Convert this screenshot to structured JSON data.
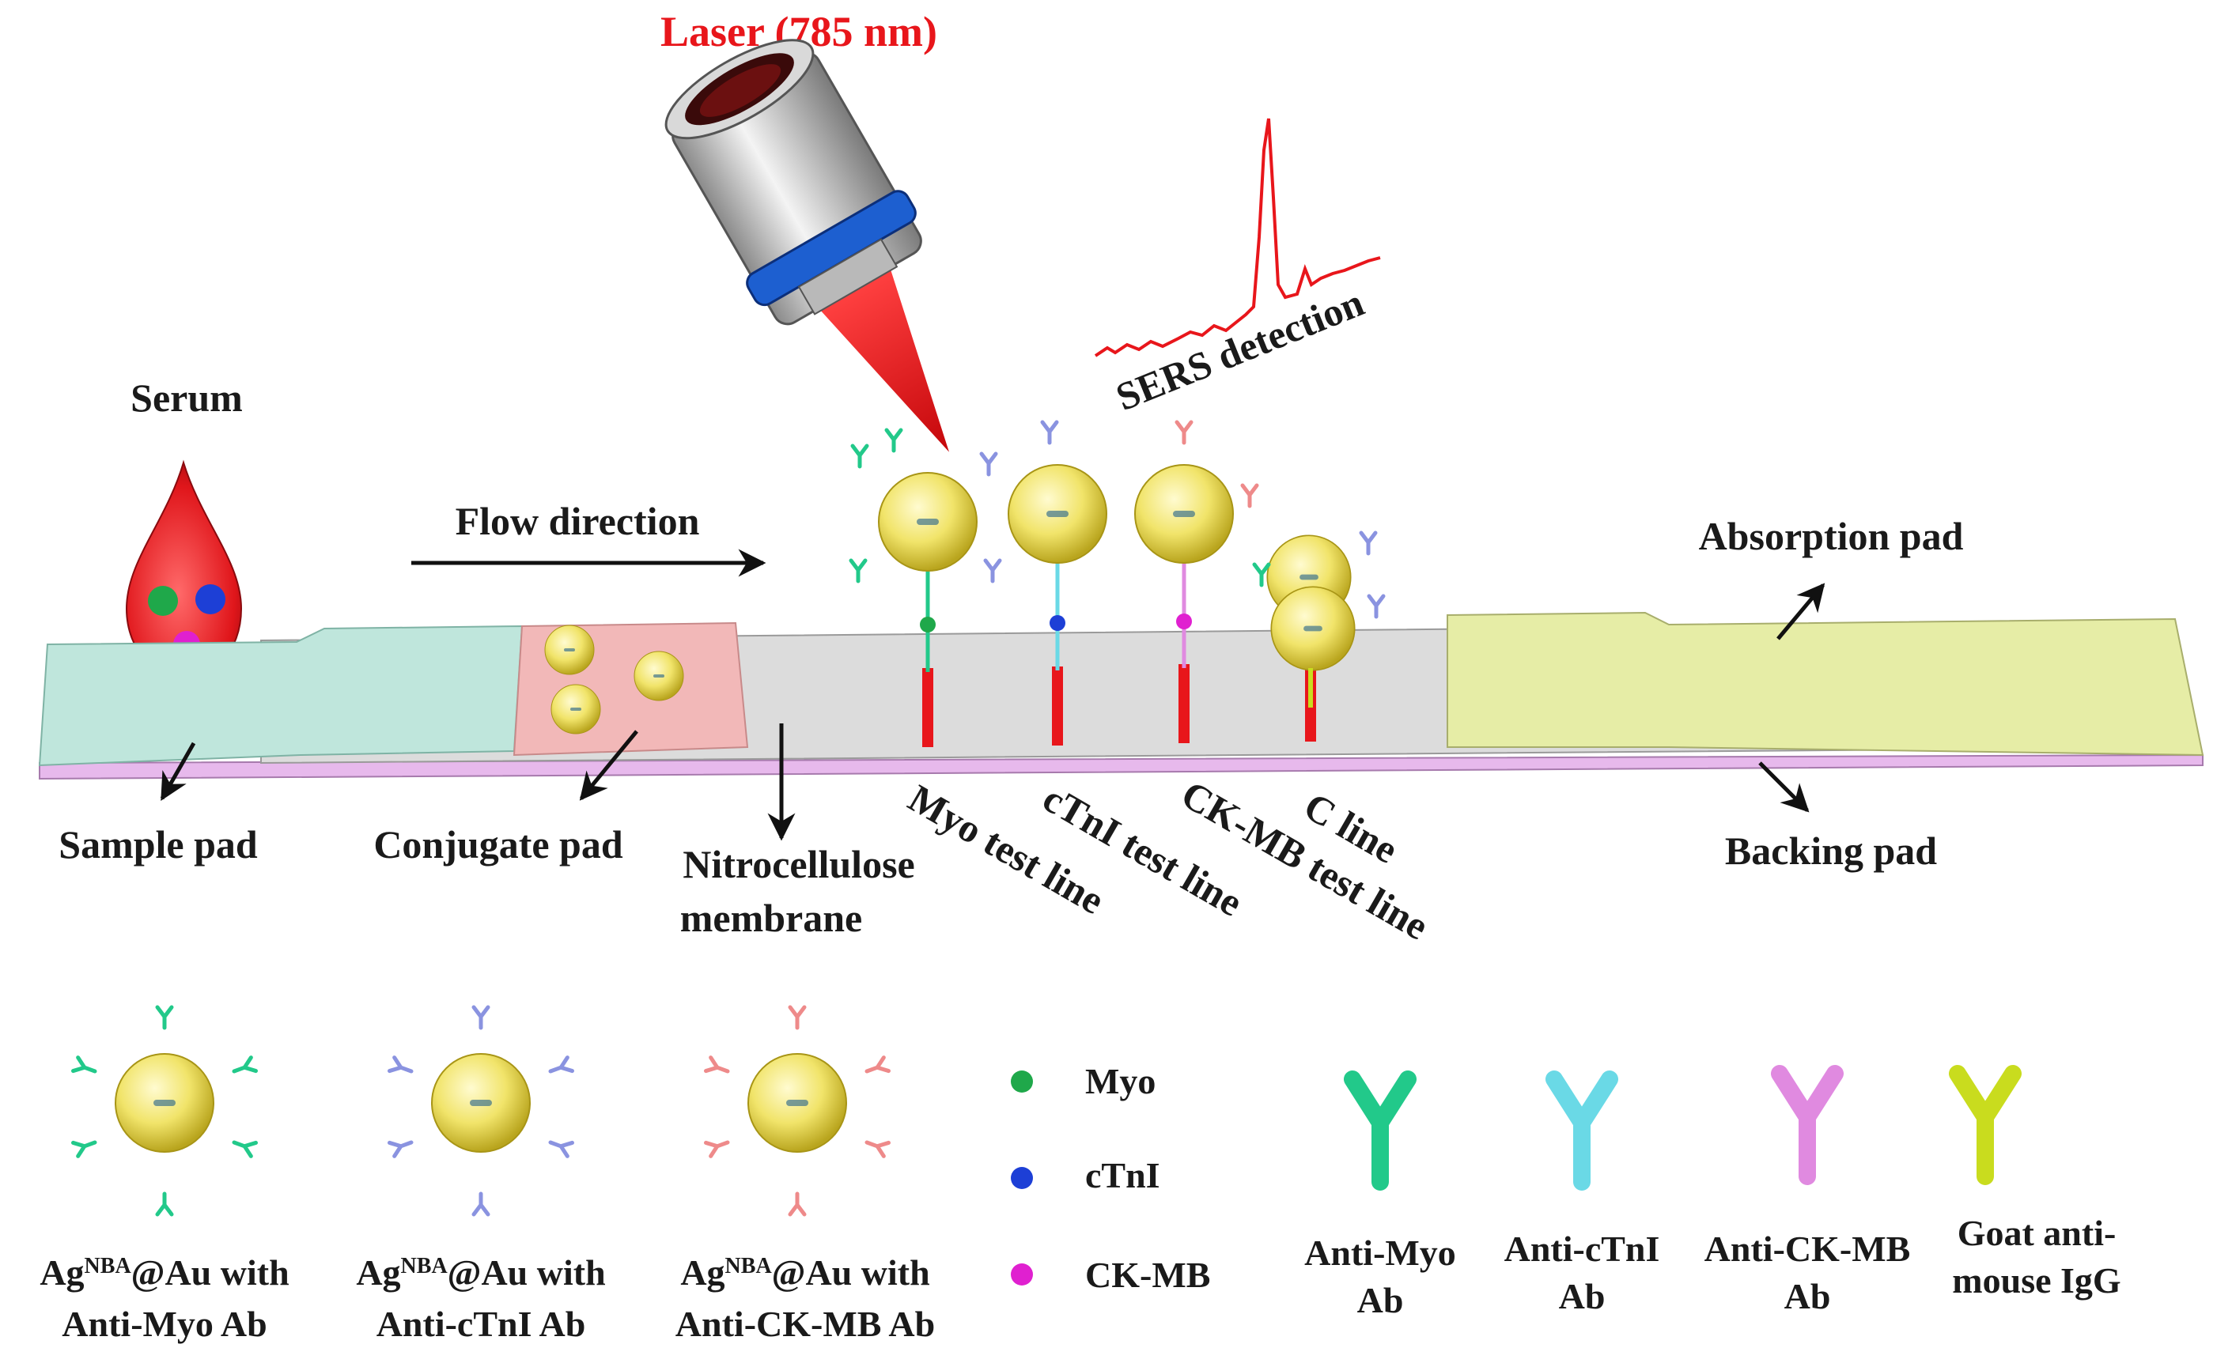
{
  "title": {
    "laser": "Laser (785 nm)",
    "sers": "SERS detection"
  },
  "strip": {
    "serum": "Serum",
    "flow": "Flow direction",
    "sample_pad": "Sample pad",
    "conjugate_pad": "Conjugate pad",
    "nitro_line1": "Nitrocellulose",
    "nitro_line2": "membrane",
    "myo_line": "Myo test line",
    "ctni_line": "cTnI test line",
    "ckmb_line": "CK-MB test line",
    "c_line": "C line",
    "absorption_pad": "Absorption pad",
    "backing_pad": "Backing pad"
  },
  "legend": {
    "np_myo": {
      "pre": "Ag",
      "sup": "NBA",
      "post": "@Au with",
      "line2": "Anti-Myo Ab"
    },
    "np_ctni": {
      "pre": "Ag",
      "sup": "NBA",
      "post": "@Au with",
      "line2": "Anti-cTnI Ab"
    },
    "np_ckmb": {
      "pre": "Ag",
      "sup": "NBA",
      "post": "@Au with",
      "line2": "Anti-CK-MB Ab"
    },
    "antigens": [
      {
        "label": "Myo",
        "color": "#1fa84a"
      },
      {
        "label": "cTnI",
        "color": "#1d3fd6"
      },
      {
        "label": "CK-MB",
        "color": "#e020d0"
      }
    ],
    "antibodies": [
      {
        "line1": "Anti-Myo",
        "line2": "Ab",
        "color": "#22c98a"
      },
      {
        "line1": "Anti-cTnI",
        "line2": "Ab",
        "color": "#6ad9e6"
      },
      {
        "line1": "Anti-CK-MB",
        "line2": "Ab",
        "color": "#e08ae0"
      },
      {
        "line1": "Goat anti-",
        "line2": "mouse IgG",
        "color": "#c9dc1e"
      }
    ]
  },
  "colors": {
    "accent_red": "#e8161b",
    "gold": "#f1e46a",
    "sample_pad": "#bfe6dc",
    "conjugate_pad": "#f2b8b8",
    "membrane": "#dcdcdc",
    "absorption_pad": "#e6eda6",
    "backing": "#e7b9ec"
  }
}
